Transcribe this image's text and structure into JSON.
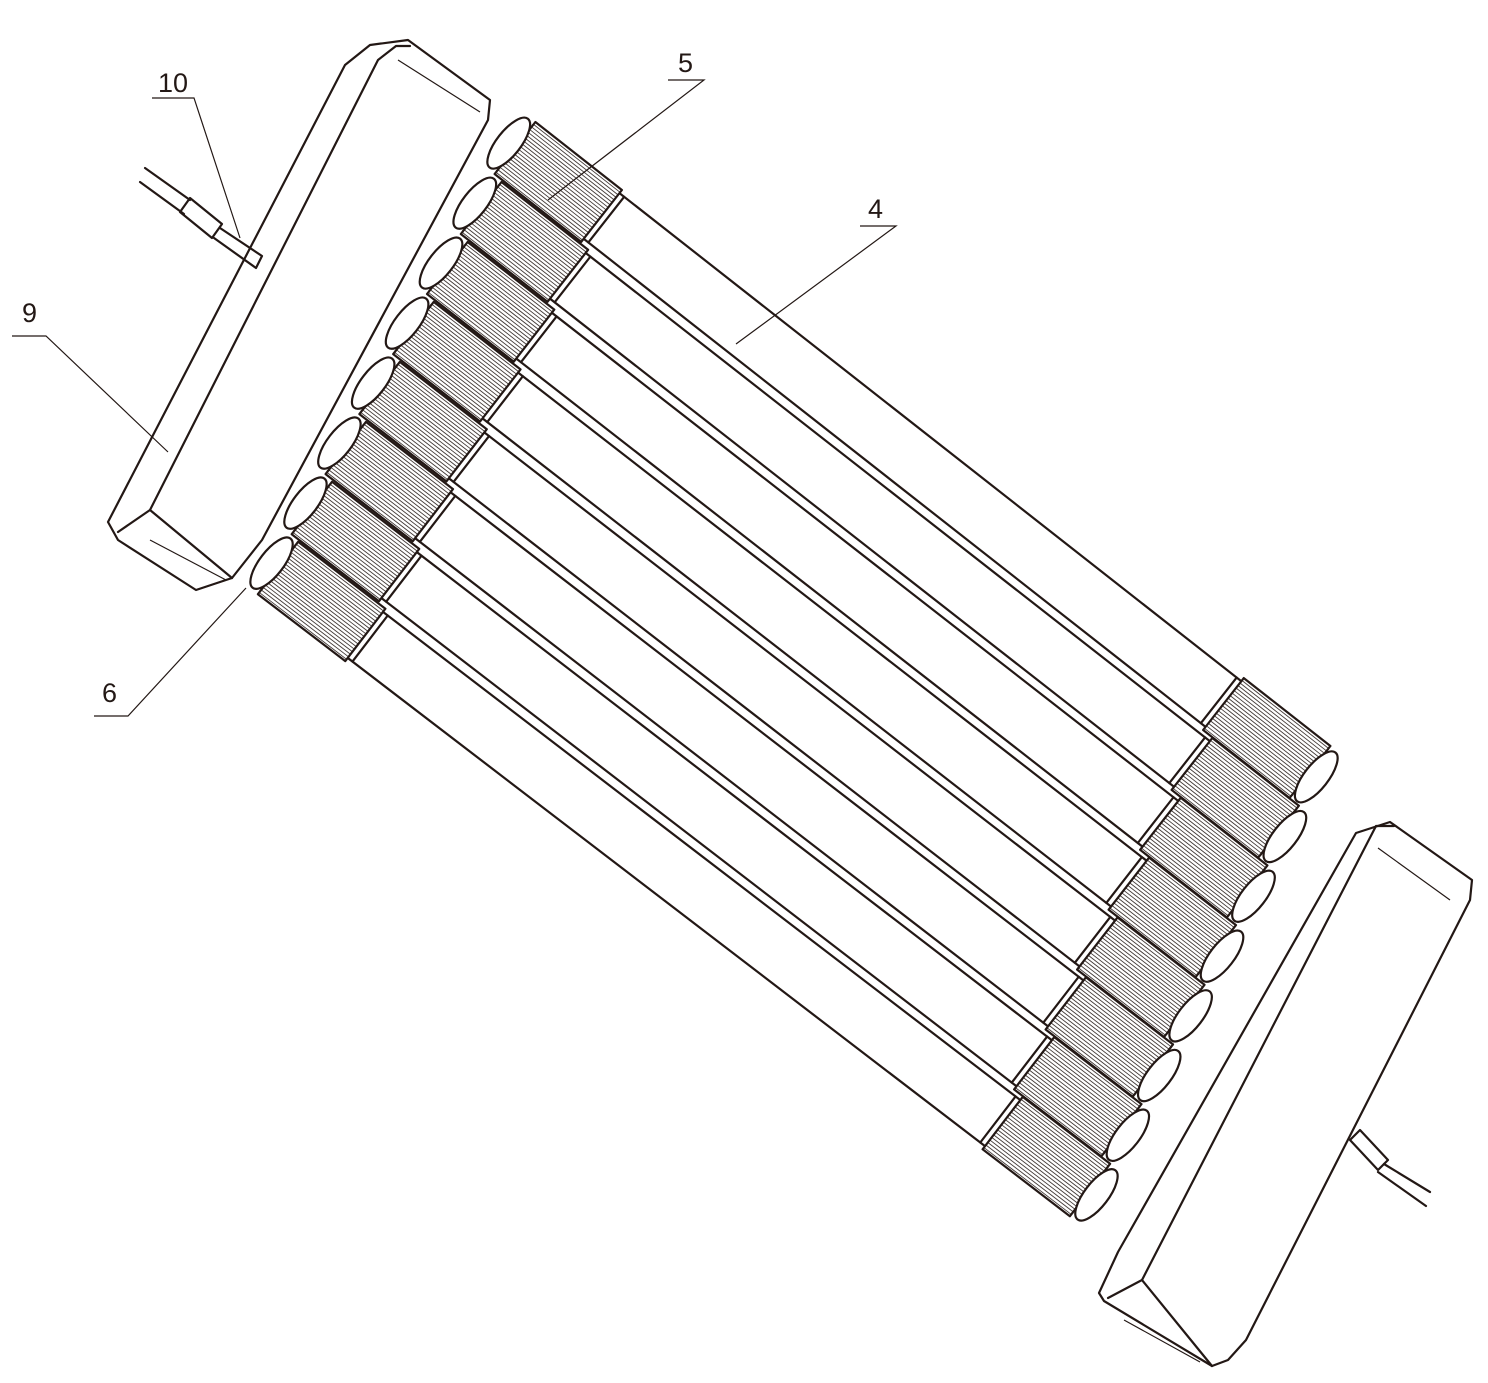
{
  "labels": {
    "tube": "4",
    "knurled_collar": "5",
    "end_cap": "6",
    "end_block": "9",
    "cable_connector": "10"
  },
  "colors": {
    "line": "#231815",
    "background": "#ffffff"
  },
  "tube_count": 8
}
